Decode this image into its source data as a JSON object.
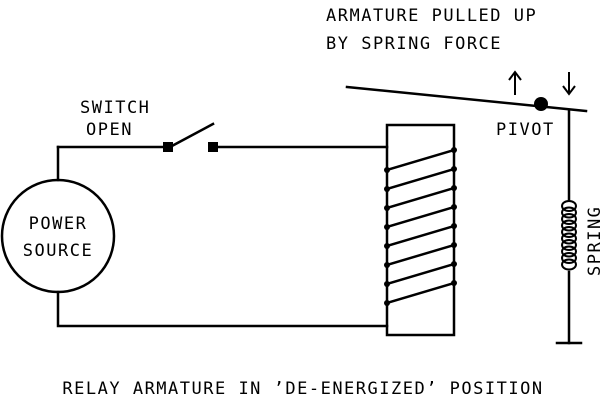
{
  "labels": {
    "top_line1": "ARMATURE PULLED UP",
    "top_line2": "BY SPRING FORCE",
    "switch_line1": "SWITCH",
    "switch_line2": "OPEN",
    "power_line1": "POWER",
    "power_line2": "SOURCE",
    "pivot": "PIVOT",
    "spring": "SPRING",
    "caption": "RELAY ARMATURE IN ’DE-ENERGIZED’ POSITION"
  },
  "colors": {
    "ink": "#000000",
    "background": "#ffffff"
  },
  "icons": {
    "up_arrow": "arrow-up-icon",
    "down_arrow": "arrow-down-icon"
  }
}
